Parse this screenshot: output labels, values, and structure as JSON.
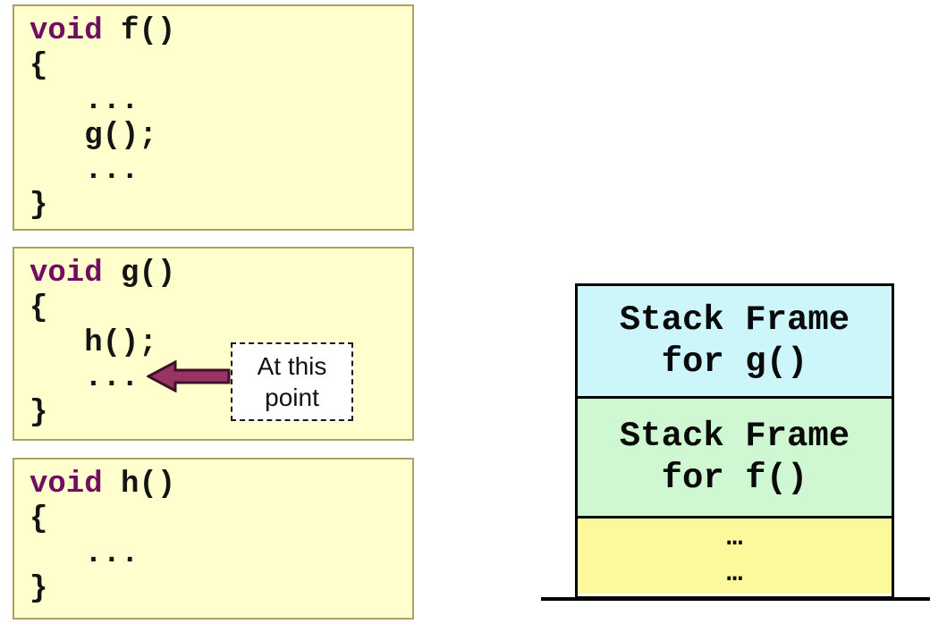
{
  "colors": {
    "code_box_bg": "#FFFFCD",
    "code_box_border": "#AFA164",
    "keyword_purple": "#730D63",
    "code_text": "#141414",
    "arrow_fill": "#993366",
    "arrow_outline": "#3D1228",
    "stack_frame_g_bg": "#CDF6FB",
    "stack_frame_f_bg": "#CFF8D2",
    "stack_frame_rest_bg": "#FBF99C",
    "stack_border": "#000000"
  },
  "code_boxes": [
    {
      "name": "f",
      "keyword": "void",
      "signature": " f()",
      "open_brace": "{",
      "body_lines": [
        "   ...",
        "   g();",
        "   ..."
      ],
      "close_brace": "}"
    },
    {
      "name": "g",
      "keyword": "void",
      "signature": " g()",
      "open_brace": "{",
      "body_lines": [
        "   h();",
        "   ..."
      ],
      "close_brace": "}"
    },
    {
      "name": "h",
      "keyword": "void",
      "signature": " h()",
      "open_brace": "{",
      "body_lines": [
        "   ..."
      ],
      "close_brace": "}"
    }
  ],
  "annotation": {
    "line1": "At this",
    "line2": "point"
  },
  "stack": {
    "frames": [
      {
        "line1": "Stack Frame",
        "line2": "for g()"
      },
      {
        "line1": "Stack Frame",
        "line2": "for f()"
      },
      {
        "line1": "…",
        "line2": "…"
      }
    ]
  }
}
